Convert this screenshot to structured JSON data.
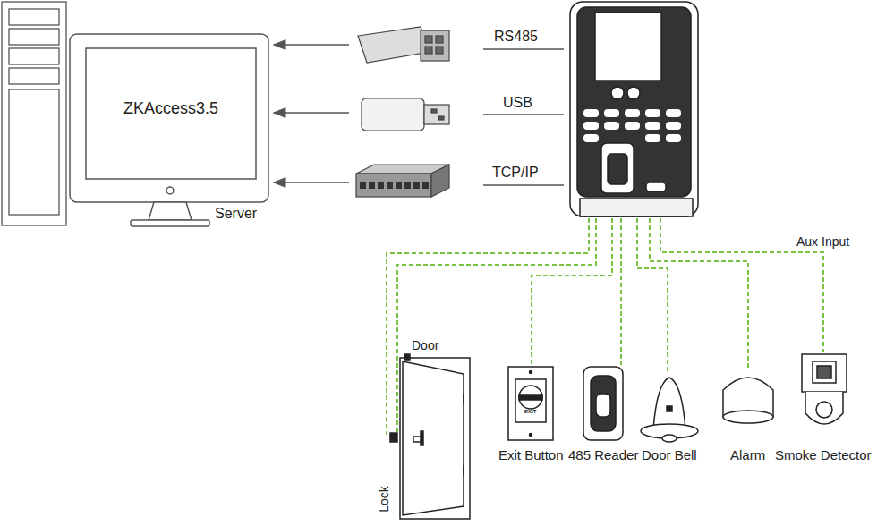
{
  "diagram": {
    "nodes": [
      {
        "text": [
          "ZKAccess3.5",
          "Server"
        ]
      },
      {
        "text": [
          "Door",
          "Lock"
        ]
      },
      {
        "text": [
          "Exit Button"
        ]
      },
      {
        "text": [
          "485 Reader"
        ]
      },
      {
        "text": [
          "Door Bell"
        ]
      },
      {
        "text": [
          "Alarm"
        ]
      },
      {
        "text": [
          "Smoke Detector"
        ]
      }
    ],
    "labels": [
      "RS485",
      "USB",
      "TCP/IP",
      "Aux Input",
      "EXIT"
    ]
  }
}
